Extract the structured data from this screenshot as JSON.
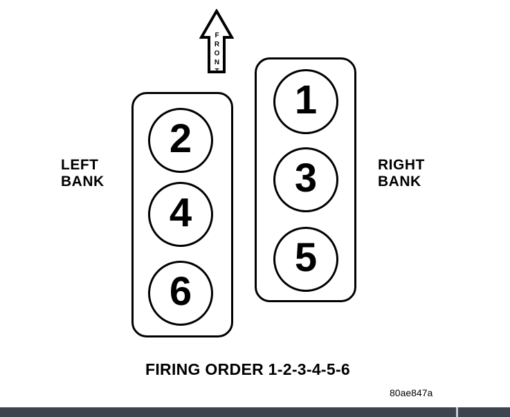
{
  "diagram": {
    "front_arrow_label": "FRONT",
    "left_bank": {
      "label_line1": "LEFT",
      "label_line2": "BANK",
      "cylinders": [
        "2",
        "4",
        "6"
      ]
    },
    "right_bank": {
      "label_line1": "RIGHT",
      "label_line2": "BANK",
      "cylinders": [
        "1",
        "3",
        "5"
      ]
    },
    "caption": "FIRING ORDER 1-2-3-4-5-6",
    "figure_code": "80ae847a"
  },
  "colors": {
    "diagram_line": "#000000",
    "background": "#ffffff",
    "bottom_bar": "#3d4450",
    "bottom_bar_divider": "#c6ccd2"
  }
}
